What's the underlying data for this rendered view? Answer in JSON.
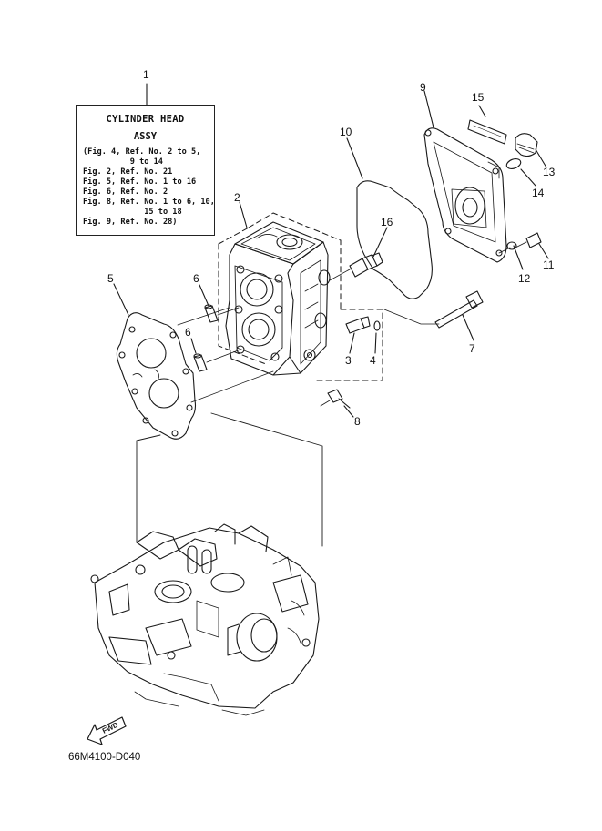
{
  "assy_box": {
    "title": "CYLINDER HEAD",
    "subtitle": "ASSY",
    "lines": [
      "(Fig. 4, Ref. No. 2 to 5,",
      "          9 to 14",
      "Fig. 2, Ref. No. 21",
      "Fig. 5, Ref. No. 1 to 16",
      "Fig. 6, Ref. No. 2",
      "Fig. 8, Ref. No. 1 to 6, 10,",
      "             15 to 18",
      "Fig. 9, Ref. No. 28)"
    ]
  },
  "callouts": {
    "c1": "1",
    "c2": "2",
    "c3": "3",
    "c4": "4",
    "c5": "5",
    "c6a": "6",
    "c6b": "6",
    "c7": "7",
    "c8": "8",
    "c9": "9",
    "c10": "10",
    "c11": "11",
    "c12": "12",
    "c13": "13",
    "c14": "14",
    "c15": "15",
    "c16": "16"
  },
  "fwd_label": "FWD",
  "drawing_code": "66M4100-D040",
  "colors": {
    "ink": "#1a1a1a",
    "paper": "#ffffff"
  }
}
